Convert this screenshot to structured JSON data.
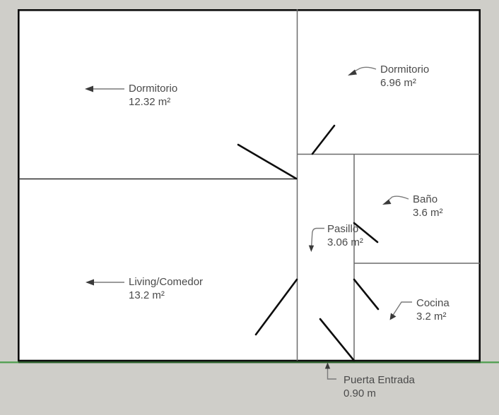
{
  "scene": {
    "type": "floor-plan",
    "units": "m²"
  },
  "colors": {
    "background": "#cfcec9",
    "floor": "#ffffff",
    "outer_wall": "#0d0d0d",
    "inner_wall": "#6b6b6b",
    "door_leaf": "#0d0d0d",
    "leader_line": "#7a7a7a",
    "arrowhead": "#3a3a3a",
    "label_text": "#4a4a4a",
    "ground_line": "#4d9e4d",
    "ground_line_dark": "#2a5f2a"
  },
  "rooms": [
    {
      "id": "dormitorio-1",
      "name": "Dormitorio",
      "area": "12.32 m²"
    },
    {
      "id": "dormitorio-2",
      "name": "Dormitorio",
      "area": "6.96 m²"
    },
    {
      "id": "bano",
      "name": "Baño",
      "area": "3.6 m²"
    },
    {
      "id": "pasillo",
      "name": "Pasillo",
      "area": "3.06 m²"
    },
    {
      "id": "living",
      "name": "Living/Comedor",
      "area": "13.2 m²"
    },
    {
      "id": "cocina",
      "name": "Cocina",
      "area": "3.2 m²"
    }
  ],
  "entrance": {
    "name": "Puerta Entrada",
    "width": "0.90 m"
  }
}
